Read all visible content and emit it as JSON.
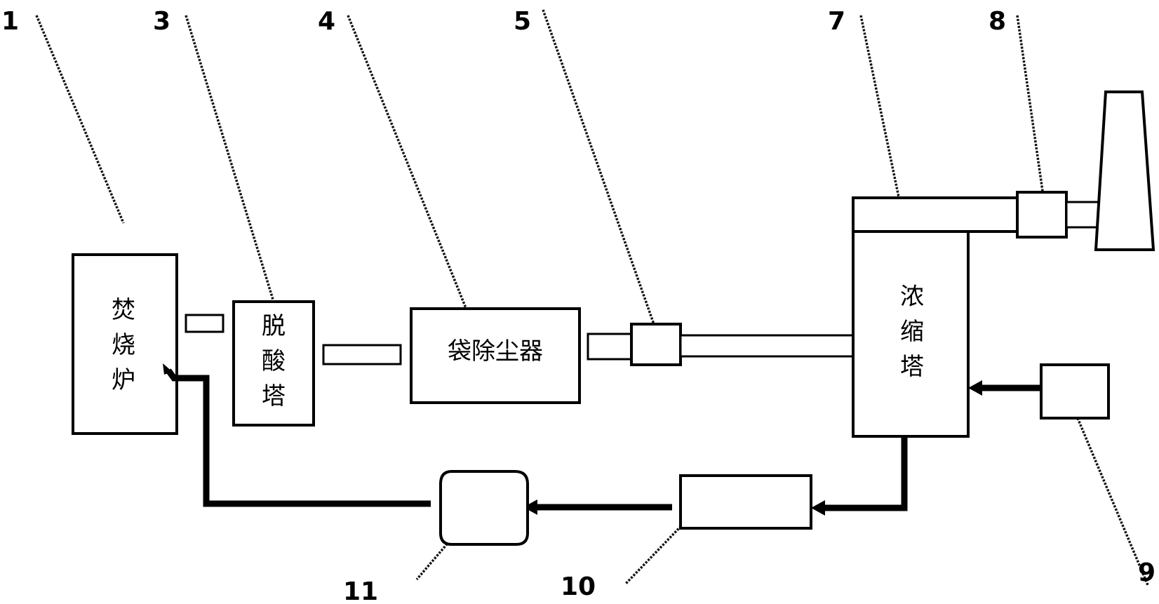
{
  "labels": {
    "incinerator": [
      "焚",
      "烧",
      "炉"
    ],
    "deacid_tower": [
      "脱",
      "酸",
      "塔"
    ],
    "bag_filter": "袋除尘器",
    "concentration_tower": [
      "浓",
      "缩",
      "塔"
    ]
  },
  "numbers": {
    "n1": "1",
    "n3": "3",
    "n4": "4",
    "n5": "5",
    "n7": "7",
    "n8": "8",
    "n9": "9",
    "n10": "10",
    "n11": "11"
  }
}
